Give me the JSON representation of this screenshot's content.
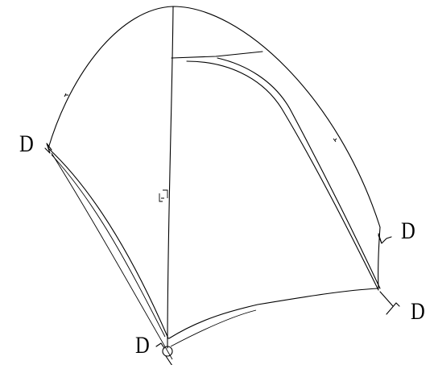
{
  "labels": {
    "left": "D",
    "right_upper": "D",
    "right_lower": "D",
    "bottom": "D"
  }
}
